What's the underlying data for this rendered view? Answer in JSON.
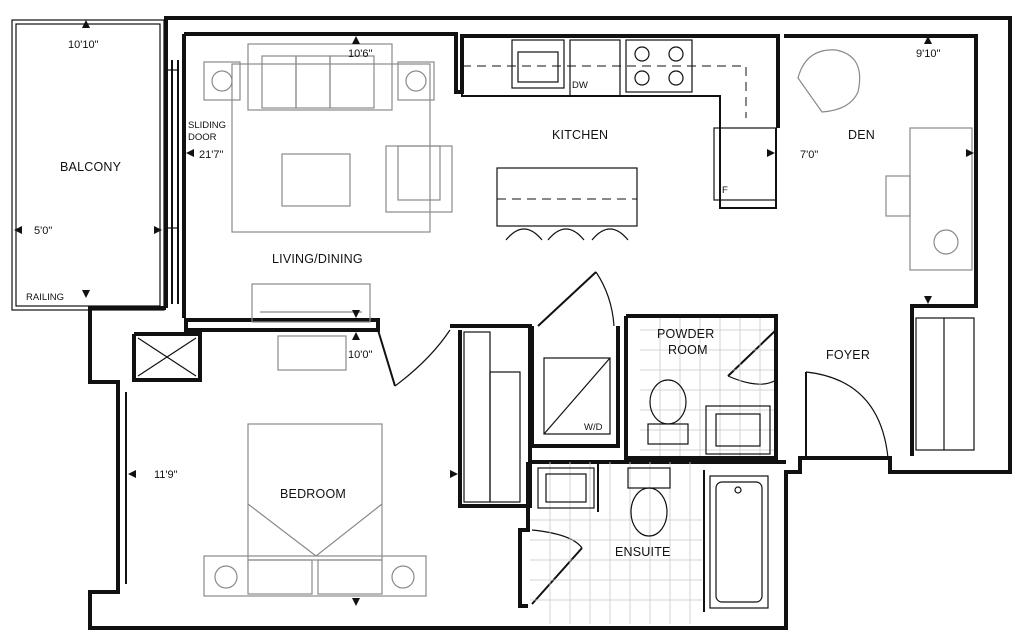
{
  "rooms": {
    "balcony": "BALCONY",
    "railing": "RAILING",
    "sliding_door": [
      "SLIDING",
      "DOOR"
    ],
    "living_dining": "LIVING/DINING",
    "kitchen": "KITCHEN",
    "den": "DEN",
    "powder_room": [
      "POWDER",
      "ROOM"
    ],
    "foyer": "FOYER",
    "bedroom": "BEDROOM",
    "ensuite": "ENSUITE"
  },
  "appliances": {
    "dishwasher": "DW",
    "fridge": "F",
    "washer_dryer": "W/D"
  },
  "dimensions": {
    "balcony_width": "10'10\"",
    "balcony_depth": "5'0\"",
    "living_width": "10'6\"",
    "living_length": "21'7\"",
    "kitchen_depth": "7'0\"",
    "den_width": "9'10\"",
    "bedroom_width": "10'0\"",
    "bedroom_length": "11'9\""
  }
}
